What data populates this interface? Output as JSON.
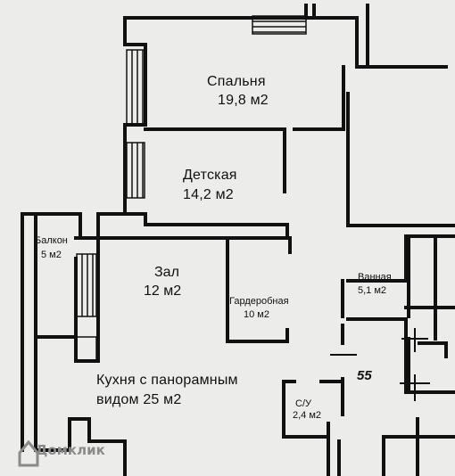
{
  "rooms": {
    "bedroom": {
      "name": "Спальня",
      "area": "19,8 м2"
    },
    "kids": {
      "name": "Детская",
      "area": "14,2 м2"
    },
    "balcony": {
      "name": "Балкон",
      "area": "5 м2"
    },
    "hall": {
      "name": "Зал",
      "area": "12 м2"
    },
    "wardrobe": {
      "name": "Гардеробная",
      "area": "10 м2"
    },
    "bathroom": {
      "name": "Ванная",
      "area": "5,1 м2"
    },
    "kitchen": {
      "name": "Кухня с панорамным",
      "area": "видом  25 м2"
    },
    "wc": {
      "name": "С/У",
      "area": "2,4 м2"
    }
  },
  "apartment_number": "55",
  "watermark": {
    "text": "Домклик",
    "icon": "house-logo-icon"
  }
}
